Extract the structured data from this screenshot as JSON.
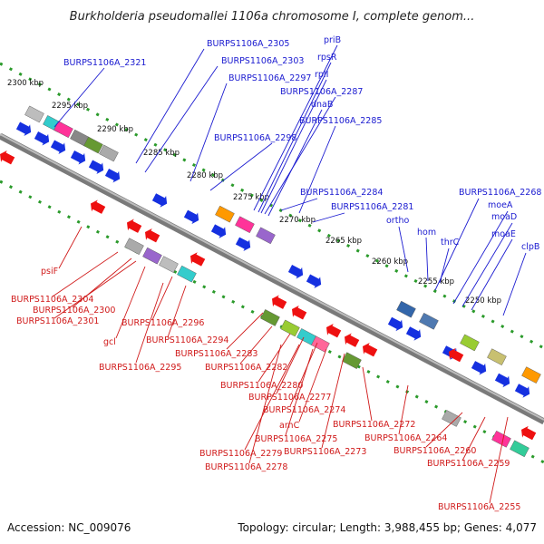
{
  "title": "Burkholderia pseudomallei 1106a chromosome I, complete genom...",
  "footer": {
    "accession": "Accession: NC_009076",
    "info": "Topology: circular; Length: 3,988,455 bp; Genes: 4,077"
  },
  "colors": {
    "forward_label": "#1a1ad0",
    "reverse_label": "#d01a1a",
    "forward_arrow": "#1530e0",
    "reverse_arrow": "#ee1010",
    "axis": "#7a7a7a",
    "dots": "#2a9a2a"
  },
  "kbp_labels": [
    "2300 kbp",
    "2295 kbp",
    "2290 kbp",
    "2285 kbp",
    "2280 kbp",
    "2275 kbp",
    "2270 kbp",
    "2265 kbp",
    "2260 kbp",
    "2255 kbp",
    "2250 kbp"
  ],
  "forward_labels": [
    "BURPS1106A_2321",
    "BURPS1106A_2305",
    "BURPS1106A_2303",
    "BURPS1106A_2297",
    "priB",
    "rpsR",
    "rplI",
    "BURPS1106A_2287",
    "dnaB",
    "BURPS1106A_2285",
    "BURPS1106A_2298",
    "BURPS1106A_2284",
    "BURPS1106A_2281",
    "ortho",
    "hom",
    "thrC",
    "BURPS1106A_2268",
    "moeA",
    "moaD",
    "moaE",
    "clpB"
  ],
  "reverse_labels": [
    "psiF",
    "BURPS1106A_2304",
    "BURPS1106A_2300",
    "BURPS1106A_2301",
    "gcl",
    "BURPS1106A_2296",
    "BURPS1106A_2294",
    "BURPS1106A_2295",
    "BURPS1106A_2283",
    "BURPS1106A_2282",
    "BURPS1106A_2280",
    "BURPS1106A_2277",
    "BURPS1106A_2274",
    "arnC",
    "BURPS1106A_2275",
    "BURPS1106A_2279",
    "BURPS1106A_2273",
    "BURPS1106A_2278",
    "BURPS1106A_2272",
    "BURPS1106A_2264",
    "BURPS1106A_2260",
    "BURPS1106A_2259",
    "BURPS1106A_2255"
  ]
}
